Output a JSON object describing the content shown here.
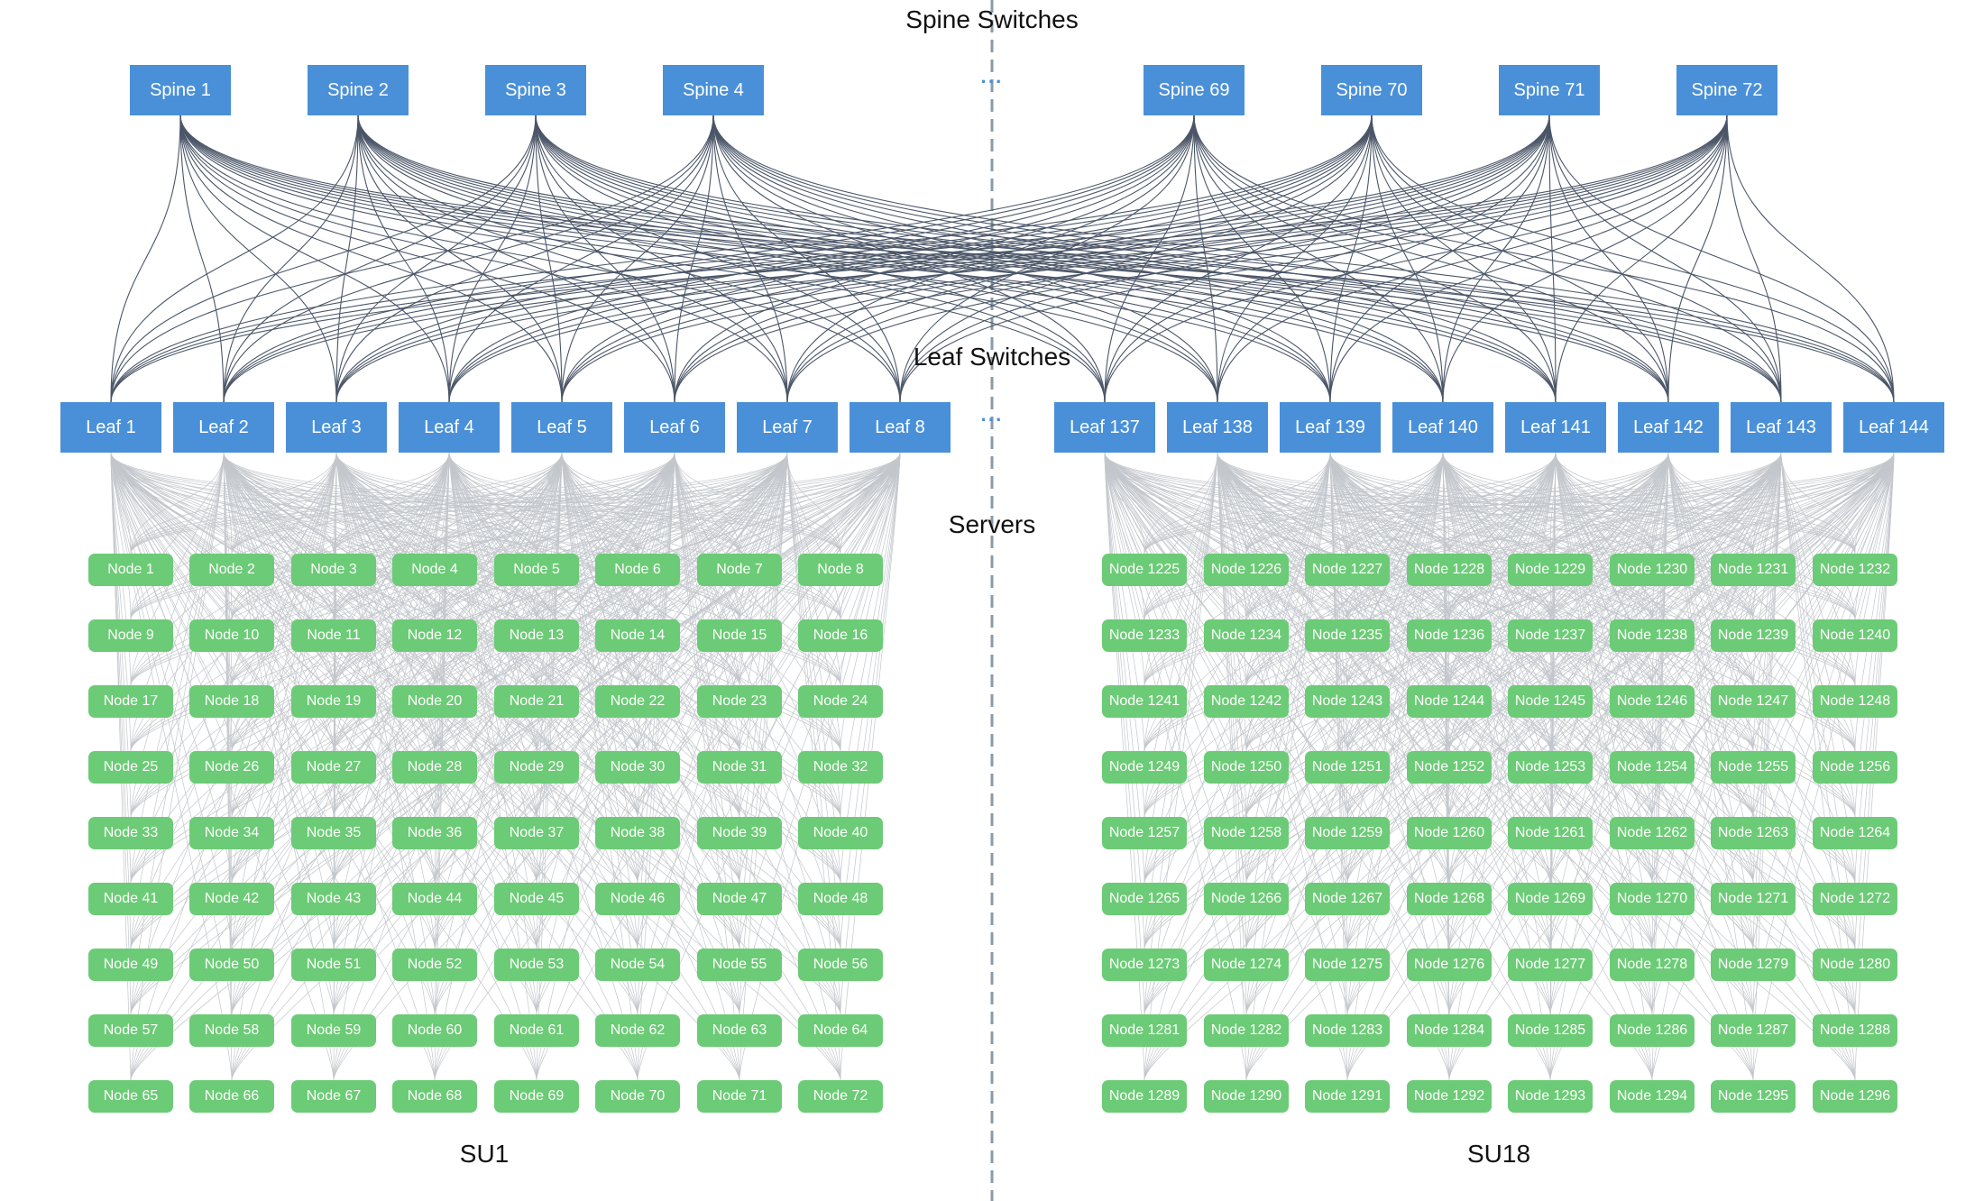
{
  "titles": {
    "spine": "Spine Switches",
    "leaf": "Leaf Switches",
    "servers": "Servers"
  },
  "spines": {
    "left": [
      "Spine 1",
      "Spine 2",
      "Spine 3",
      "Spine 4"
    ],
    "right": [
      "Spine 69",
      "Spine 70",
      "Spine 71",
      "Spine 72"
    ]
  },
  "leaves": {
    "left": [
      "Leaf 1",
      "Leaf 2",
      "Leaf 3",
      "Leaf 4",
      "Leaf 5",
      "Leaf 6",
      "Leaf 7",
      "Leaf 8"
    ],
    "right": [
      "Leaf 137",
      "Leaf 138",
      "Leaf 139",
      "Leaf 140",
      "Leaf 141",
      "Leaf 142",
      "Leaf 143",
      "Leaf 144"
    ]
  },
  "scalable_units": [
    {
      "name": "SU1",
      "nodes": [
        [
          "Node 1",
          "Node 2",
          "Node 3",
          "Node 4",
          "Node 5",
          "Node 6",
          "Node 7",
          "Node 8"
        ],
        [
          "Node 9",
          "Node 10",
          "Node 11",
          "Node 12",
          "Node 13",
          "Node 14",
          "Node 15",
          "Node 16"
        ],
        [
          "Node 17",
          "Node 18",
          "Node 19",
          "Node 20",
          "Node 21",
          "Node 22",
          "Node 23",
          "Node 24"
        ],
        [
          "Node 25",
          "Node 26",
          "Node 27",
          "Node 28",
          "Node 29",
          "Node 30",
          "Node 31",
          "Node 32"
        ],
        [
          "Node 33",
          "Node 34",
          "Node 35",
          "Node 36",
          "Node 37",
          "Node 38",
          "Node 39",
          "Node 40"
        ],
        [
          "Node 41",
          "Node 42",
          "Node 43",
          "Node 44",
          "Node 45",
          "Node 46",
          "Node 47",
          "Node 48"
        ],
        [
          "Node 49",
          "Node 50",
          "Node 51",
          "Node 52",
          "Node 53",
          "Node 54",
          "Node 55",
          "Node 56"
        ],
        [
          "Node 57",
          "Node 58",
          "Node 59",
          "Node 60",
          "Node 61",
          "Node 62",
          "Node 63",
          "Node 64"
        ],
        [
          "Node 65",
          "Node 66",
          "Node 67",
          "Node 68",
          "Node 69",
          "Node 70",
          "Node 71",
          "Node 72"
        ]
      ]
    },
    {
      "name": "SU18",
      "nodes": [
        [
          "Node 1225",
          "Node 1226",
          "Node 1227",
          "Node 1228",
          "Node 1229",
          "Node 1230",
          "Node 1231",
          "Node 1232"
        ],
        [
          "Node 1233",
          "Node 1234",
          "Node 1235",
          "Node 1236",
          "Node 1237",
          "Node 1238",
          "Node 1239",
          "Node 1240"
        ],
        [
          "Node 1241",
          "Node 1242",
          "Node 1243",
          "Node 1244",
          "Node 1245",
          "Node 1246",
          "Node 1247",
          "Node 1248"
        ],
        [
          "Node 1249",
          "Node 1250",
          "Node 1251",
          "Node 1252",
          "Node 1253",
          "Node 1254",
          "Node 1255",
          "Node 1256"
        ],
        [
          "Node 1257",
          "Node 1258",
          "Node 1259",
          "Node 1260",
          "Node 1261",
          "Node 1262",
          "Node 1263",
          "Node 1264"
        ],
        [
          "Node 1265",
          "Node 1266",
          "Node 1267",
          "Node 1268",
          "Node 1269",
          "Node 1270",
          "Node 1271",
          "Node 1272"
        ],
        [
          "Node 1273",
          "Node 1274",
          "Node 1275",
          "Node 1276",
          "Node 1277",
          "Node 1278",
          "Node 1279",
          "Node 1280"
        ],
        [
          "Node 1281",
          "Node 1282",
          "Node 1283",
          "Node 1284",
          "Node 1285",
          "Node 1286",
          "Node 1287",
          "Node 1288"
        ],
        [
          "Node 1289",
          "Node 1290",
          "Node 1291",
          "Node 1292",
          "Node 1293",
          "Node 1294",
          "Node 1295",
          "Node 1296"
        ]
      ]
    }
  ],
  "ellipsis": "···",
  "colors": {
    "switch": "#4a90d9",
    "node": "#6ccb76",
    "spine_link": "#4b5668",
    "server_link": "#c3c7cc",
    "divider": "#8a9aa8"
  }
}
